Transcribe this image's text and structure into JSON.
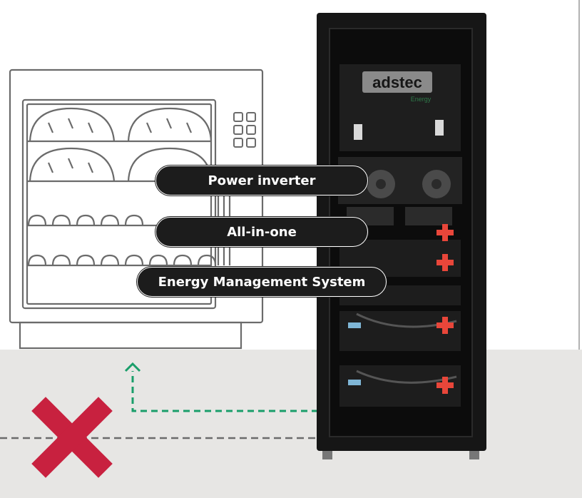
{
  "colors": {
    "floor": "#e7e6e4",
    "line": "#6b6b6b",
    "cabinet": "#161616",
    "accent_green": "#1a9e6a",
    "cross_red": "#c8213f",
    "battery_red": "#e8463a",
    "pill_bg": "#1c1c1c"
  },
  "cabinet": {
    "brand": "adstec",
    "sub_brand": "Energy"
  },
  "labels": [
    {
      "id": "inverter",
      "text": "Power inverter"
    },
    {
      "id": "allinone",
      "text": "All-in-one"
    },
    {
      "id": "ems",
      "text": "Energy Management System"
    }
  ],
  "icons": {
    "cross": "red-x-icon",
    "arrow": "green-dashed-arrow-up-icon"
  }
}
